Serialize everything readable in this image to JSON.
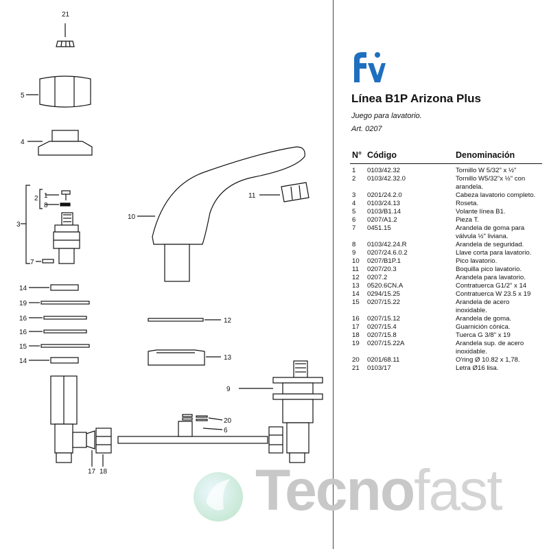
{
  "brand": {
    "logo_text": "fv",
    "logo_color": "#1f6fbf"
  },
  "title": "Línea B1P Arizona Plus",
  "subtitle": "Juego para lavatorio.",
  "article": "Art. 0207",
  "table": {
    "headers": {
      "num": "N°",
      "code": "Código",
      "name": "Denominación"
    },
    "rows": [
      {
        "n": "1",
        "code": "0103/42.32",
        "name": "Tornillo W 5/32\" x ½\""
      },
      {
        "n": "2",
        "code": "0103/42.32.0",
        "name": "Tornillo W5/32\"x ½\" con arandela."
      },
      {
        "n": "3",
        "code": "0201/24.2.0",
        "name": "Cabeza lavatorio completo."
      },
      {
        "n": "4",
        "code": "0103/24.13",
        "name": "Roseta."
      },
      {
        "n": "5",
        "code": "0103/B1.14",
        "name": "Volante línea B1."
      },
      {
        "n": "6",
        "code": "0207/A1.2",
        "name": "Pieza T."
      },
      {
        "n": "7",
        "code": "0451.15",
        "name": "Arandela de goma para válvula ½\" liviana."
      },
      {
        "n": "8",
        "code": "0103/42.24.R",
        "name": "Arandela de seguridad."
      },
      {
        "n": "9",
        "code": "0207/24.6.0.2",
        "name": "Llave corta para lavatorio."
      },
      {
        "n": "10",
        "code": "0207/B1P.1",
        "name": "Pico lavatorio."
      },
      {
        "n": "11",
        "code": "0207/20.3",
        "name": "Boquilla pico lavatorio."
      },
      {
        "n": "12",
        "code": "0207.2",
        "name": "Arandela para lavatorio."
      },
      {
        "n": "13",
        "code": "0520.6CN.A",
        "name": "Contratuerca G1/2\" x 14"
      },
      {
        "n": "14",
        "code": "0294/15.25",
        "name": "Contratuerca W 23.5 x 19"
      },
      {
        "n": "15",
        "code": "0207/15.22",
        "name": "Arandela de acero inoxidable."
      },
      {
        "n": "16",
        "code": "0207/15.12",
        "name": "Arandela de goma."
      },
      {
        "n": "17",
        "code": "0207/15.4",
        "name": "Guarnición cónica."
      },
      {
        "n": "18",
        "code": "0207/15.8",
        "name": "Tuerca G 3/8\" x 19"
      },
      {
        "n": "19",
        "code": "0207/15.22A",
        "name": "Arandela sup. de acero inoxidable."
      },
      {
        "n": "20",
        "code": "0201/68.11",
        "name": "O'ring Ø 10.82 x 1,78."
      },
      {
        "n": "21",
        "code": "0103/17",
        "name": "Letra Ø16 lisa."
      }
    ]
  },
  "callouts": {
    "c21": "21",
    "c5": "5",
    "c4": "4",
    "c2": "2",
    "c1": "1",
    "c8": "8",
    "c3": "3",
    "c7": "7",
    "c10": "10",
    "c11": "11",
    "c14a": "14",
    "c19": "19",
    "c16a": "16",
    "c16b": "16",
    "c15": "15",
    "c14b": "14",
    "c12": "12",
    "c13": "13",
    "c9": "9",
    "c20": "20",
    "c6": "6",
    "c17": "17",
    "c18": "18"
  },
  "watermark": {
    "part1": "Tecno",
    "part2": "fast"
  }
}
